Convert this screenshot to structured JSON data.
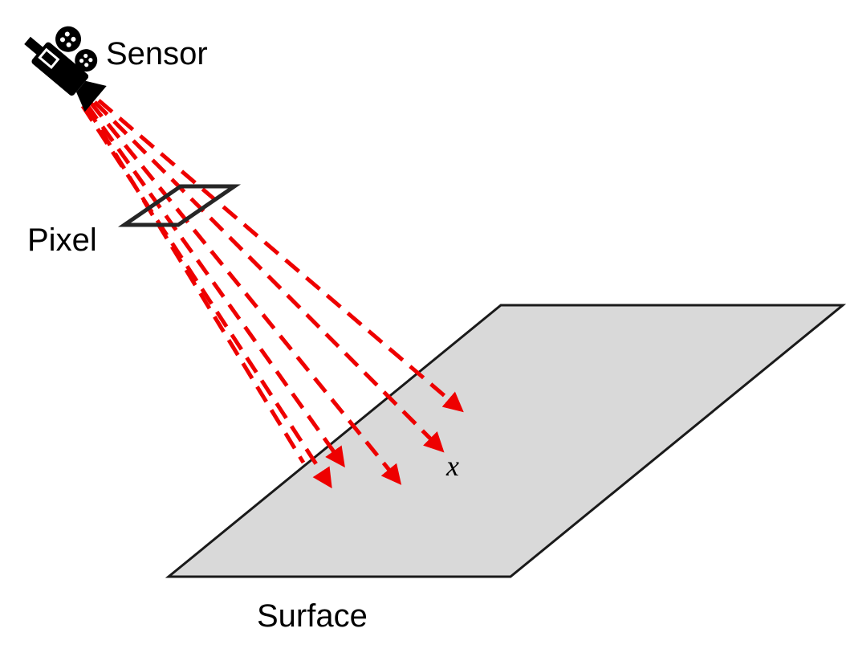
{
  "labels": {
    "sensor": "Sensor",
    "pixel": "Pixel",
    "surface": "Surface",
    "point": "x"
  },
  "colors": {
    "ray": "#ee0000",
    "surface_fill": "#d9d9d9",
    "outline": "#1a1a1a",
    "pixel_outline": "#262626",
    "camera": "#000000"
  },
  "icons": {
    "sensor": "movie-camera-icon"
  },
  "ray_count": 6
}
